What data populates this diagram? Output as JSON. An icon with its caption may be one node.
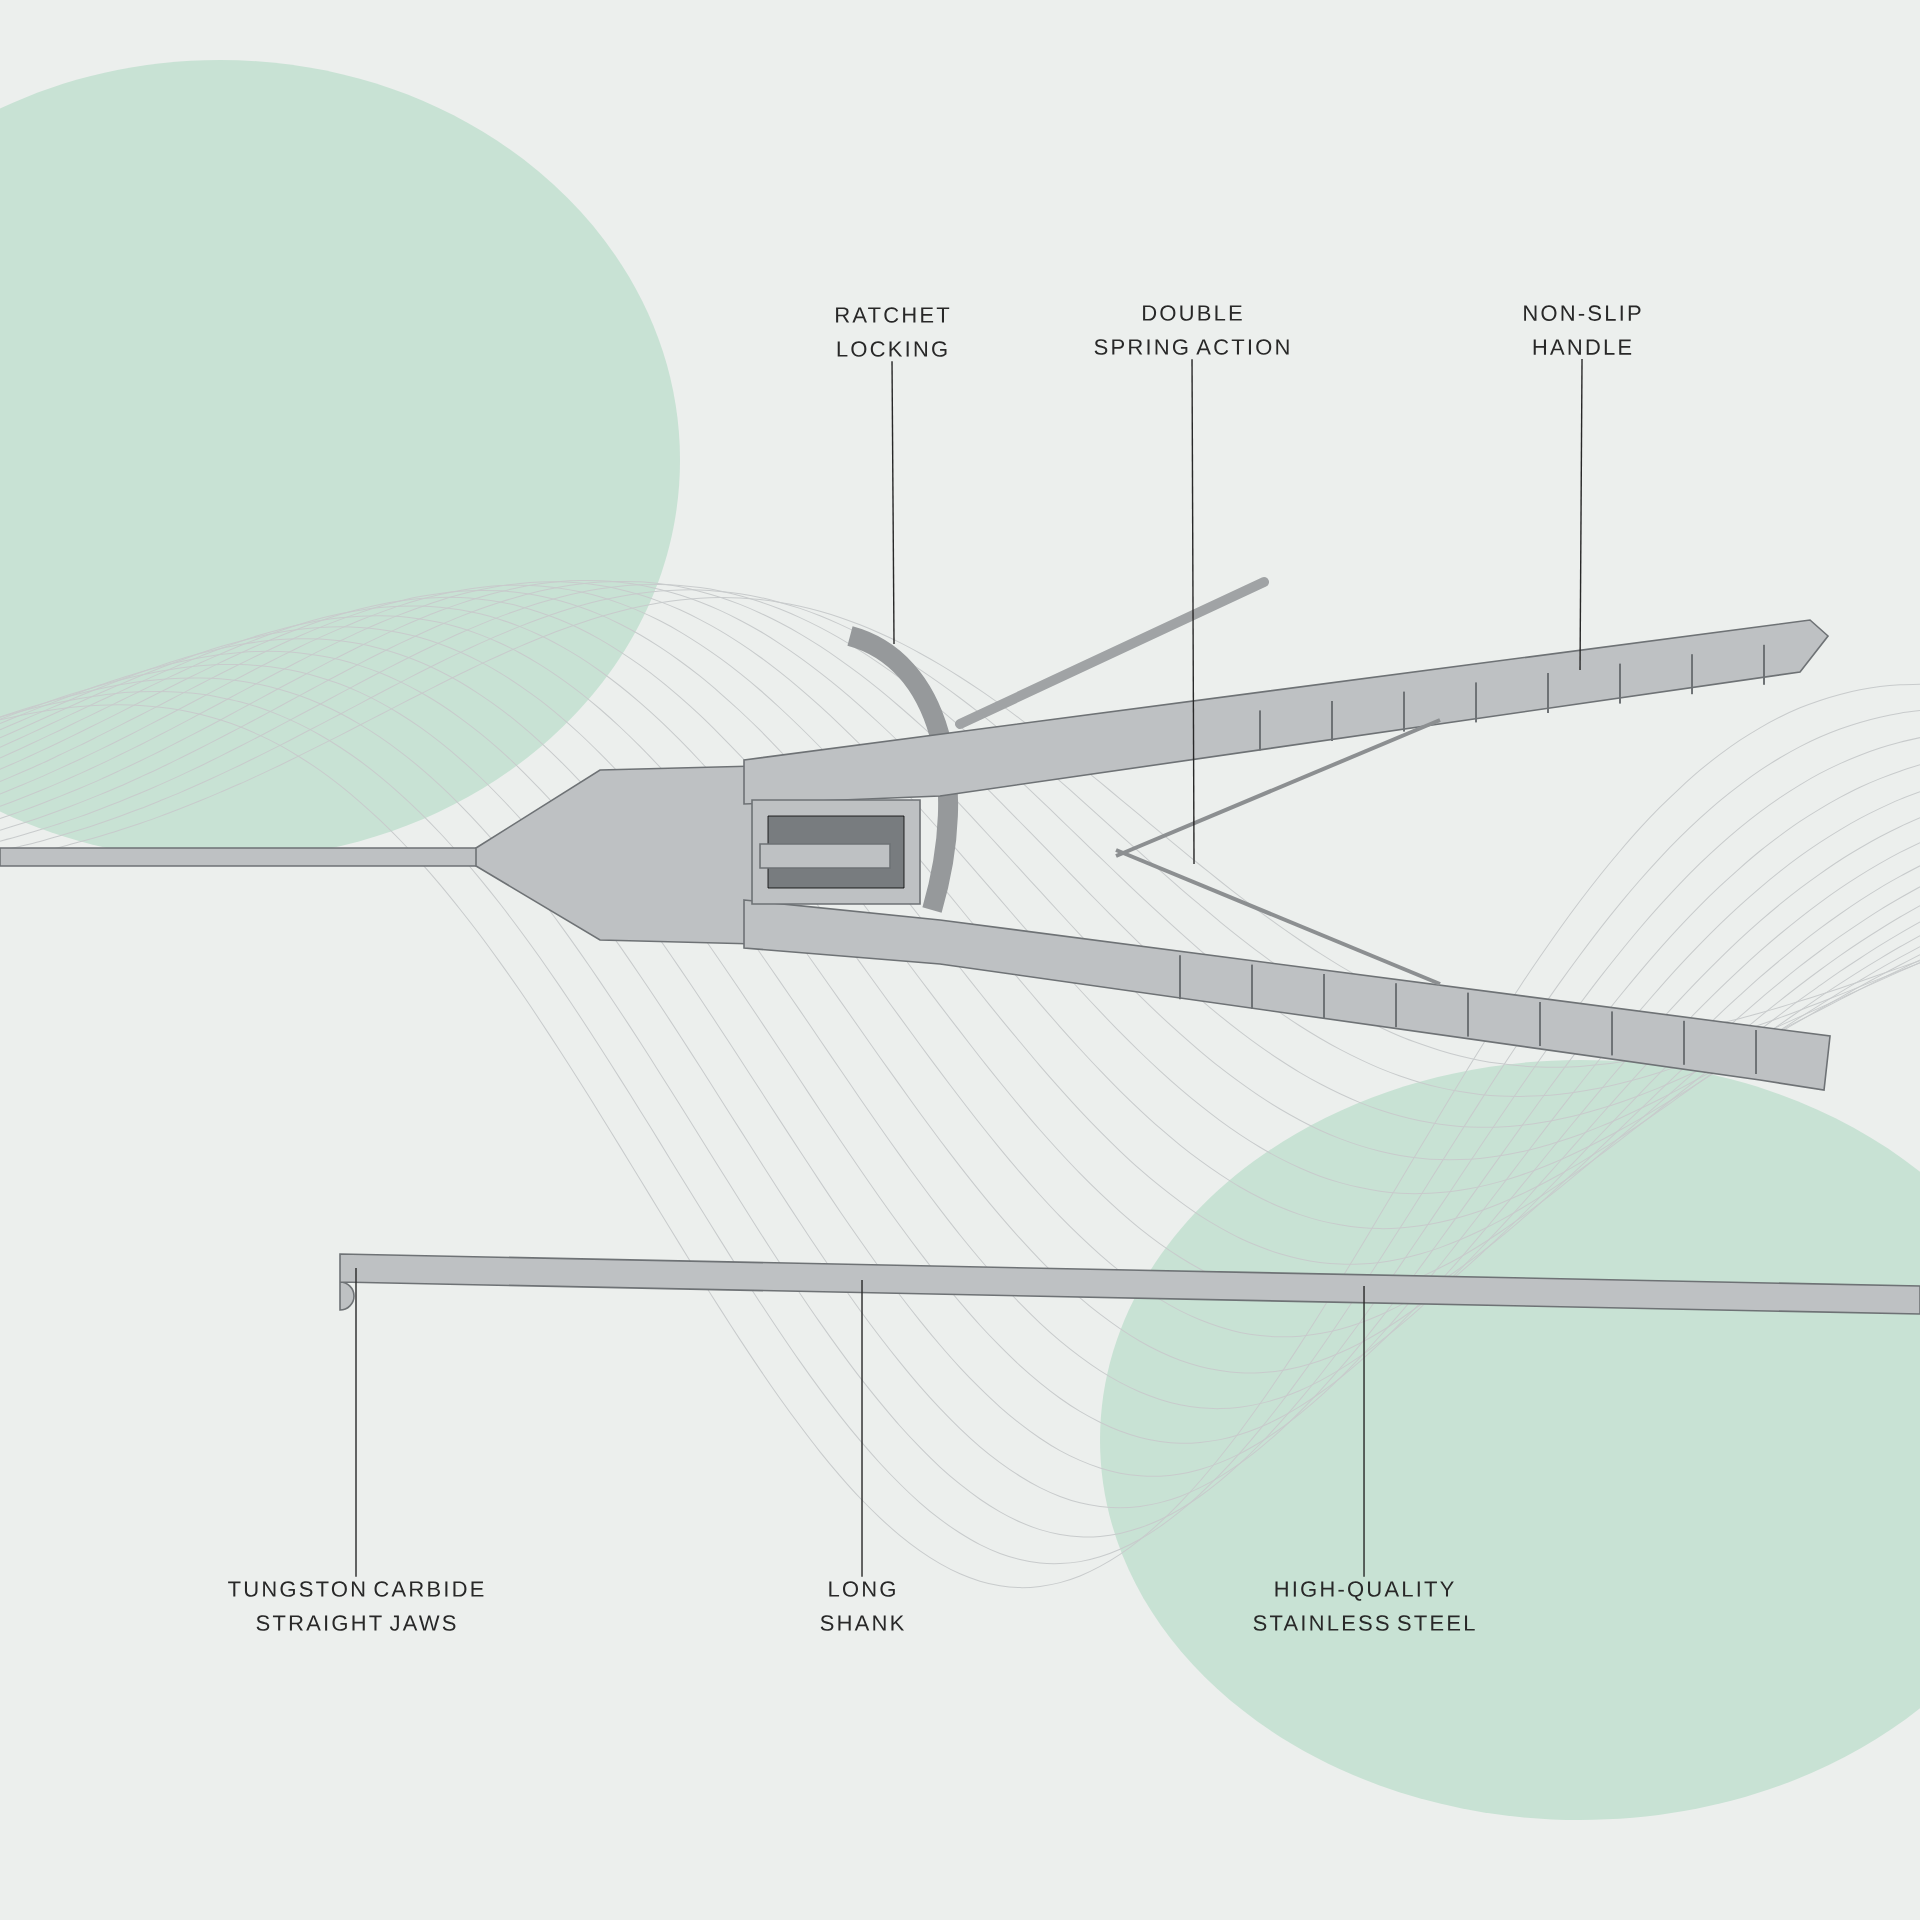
{
  "diagram": {
    "nodes": [
      {
        "text": [
          "RATCHET LOCKING"
        ]
      },
      {
        "text": [
          "DOUBLE SPRING ACTION"
        ]
      },
      {
        "text": [
          "NON-SLIP HANDLE"
        ]
      },
      {
        "text": [
          "TUNGSTON CARBIDE STRAIGHT JAWS"
        ]
      },
      {
        "text": [
          "LONG SHANK"
        ]
      },
      {
        "text": [
          "HIGH-QUALITY STAINLESS STEEL"
        ]
      }
    ],
    "edges": [
      {
        "from": 0,
        "to": null,
        "arrow": "none"
      },
      {
        "from": 1,
        "to": null,
        "arrow": "none"
      },
      {
        "from": 2,
        "to": null,
        "arrow": "none"
      },
      {
        "from": 3,
        "to": null,
        "arrow": "none"
      },
      {
        "from": 4,
        "to": null,
        "arrow": "none"
      },
      {
        "from": 5,
        "to": null,
        "arrow": "none"
      }
    ]
  }
}
